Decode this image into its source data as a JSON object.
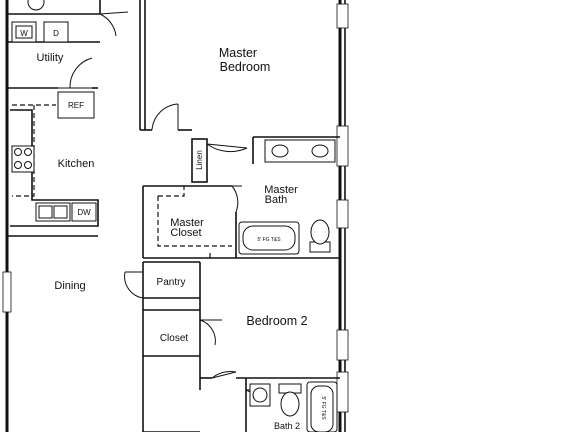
{
  "rooms": {
    "utility": "Utility",
    "kitchen": "Kitchen",
    "dining": "Dining",
    "master_bedroom_line1": "Master",
    "master_bedroom_line2": "Bedroom",
    "master_bath_line1": "Master",
    "master_bath_line2": "Bath",
    "master_closet_line1": "Master",
    "master_closet_line2": "Closet",
    "linen": "Linen",
    "pantry": "Pantry",
    "closet": "Closet",
    "bedroom2": "Bedroom 2",
    "bath2": "Bath 2"
  },
  "fixtures": {
    "washer": "W",
    "dryer": "D",
    "refrigerator": "REF",
    "dishwasher": "DW",
    "master_tub": "5' FG T&S",
    "bath2_tub": "5' FG T&S"
  }
}
